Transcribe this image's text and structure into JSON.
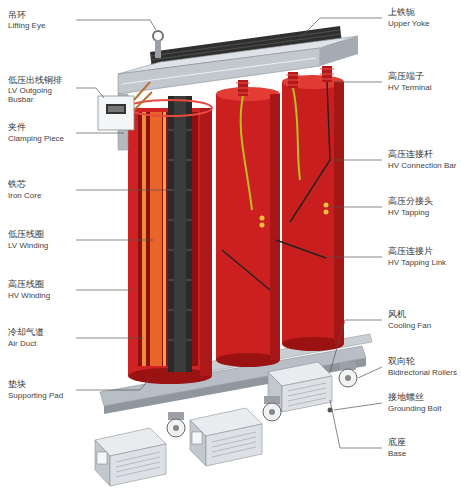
{
  "diagram": {
    "labels": [
      "吊环",
      "Lifting Eye",
      "低压出线铜排",
      "LV Outgoing Busbar",
      "夹件",
      "Clamping Piece",
      "铁芯",
      "Iron Core",
      "低压线圈",
      "LV Winding",
      "高压线圈",
      "HV Winding",
      "冷却气道",
      "Air Duct",
      "垫块",
      "Supporting Pad",
      "上铁轭",
      "Upper Yoke",
      "高压端子",
      "HV Terminal",
      "高压连接杆",
      "HV Connection Bar",
      "高压分接头",
      "HV Tapping",
      "高压连接片",
      "HV Tapping Link",
      "风机",
      "Cooling Fan",
      "双向轮",
      "Bidirectonal Rollers",
      "接地螺丝",
      "Grounding Bolt",
      "底座",
      "Base"
    ]
  }
}
